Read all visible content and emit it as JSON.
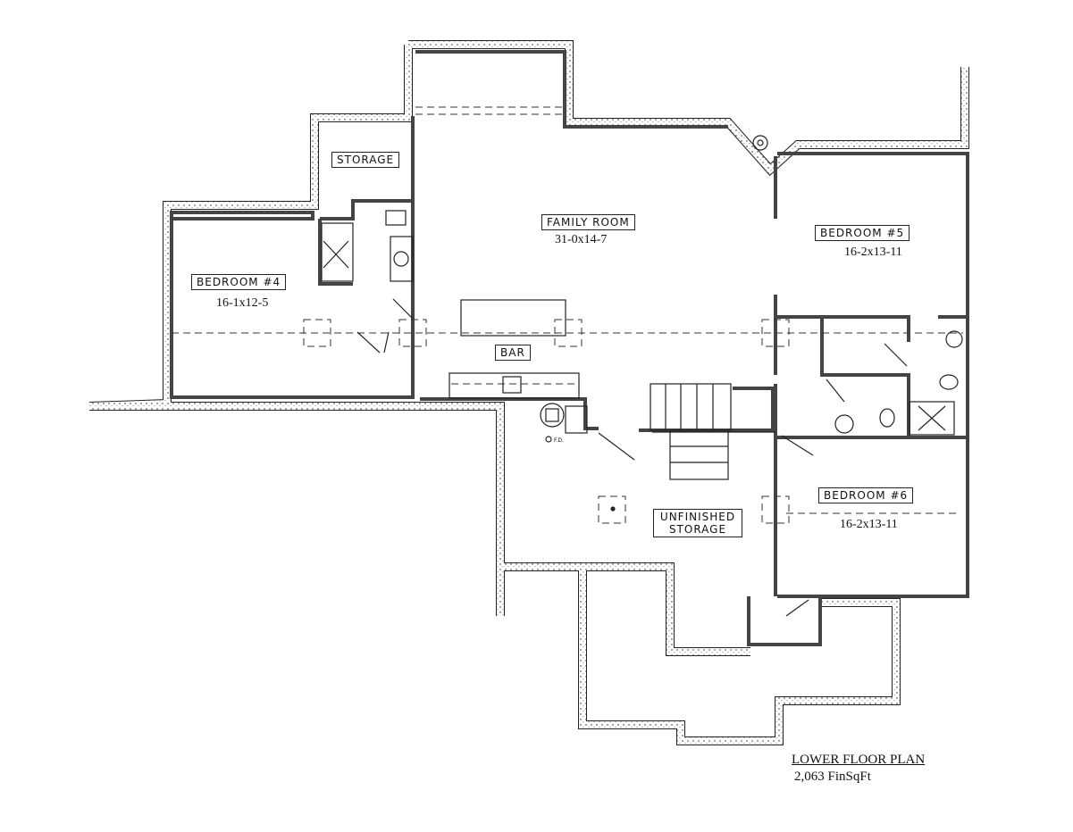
{
  "plan": {
    "title": "LOWER FLOOR PLAN",
    "area": "2,063 FinSqFt"
  },
  "rooms": [
    {
      "name": "STORAGE",
      "dims": ""
    },
    {
      "name": "FAMILY ROOM",
      "dims": "31-0x14-7"
    },
    {
      "name": "BEDROOM #5",
      "dims": "16-2x13-11"
    },
    {
      "name": "BEDROOM #4",
      "dims": "16-1x12-5"
    },
    {
      "name": "BAR",
      "dims": ""
    },
    {
      "name": "UNFINISHED STORAGE",
      "dims": ""
    },
    {
      "name": "BEDROOM #6",
      "dims": "16-2x13-11"
    }
  ],
  "fixtures": {
    "floor_drain": "F.D."
  },
  "colors": {
    "wall": "#555555",
    "foundation": "#dddddd",
    "line": "#111111"
  }
}
